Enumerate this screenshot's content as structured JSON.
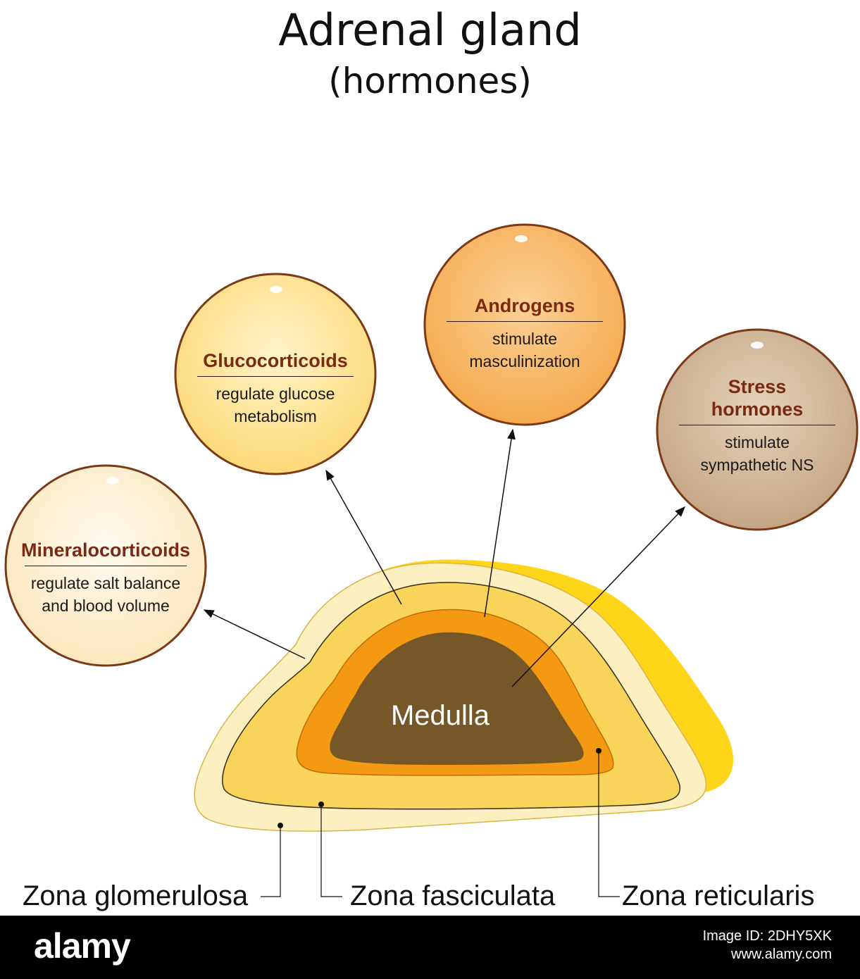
{
  "title": "Adrenal gland",
  "subtitle": "(hormones)",
  "hormones": [
    {
      "name": "Mineralocorticoids",
      "description": [
        "regulate salt balance",
        "and blood volume"
      ],
      "color": "#fdf2d6"
    },
    {
      "name": "Glucocorticoids",
      "description": [
        "regulate glucose",
        "metabolism"
      ],
      "color": "#fde9a6"
    },
    {
      "name": "Androgens",
      "description": [
        "stimulate",
        "masculinization"
      ],
      "color": "#f8c072"
    },
    {
      "name": "Stress hormones",
      "description": [
        "stimulate",
        "sympathetic NS"
      ],
      "color": "#d6bea0"
    }
  ],
  "zones": {
    "glomerulosa": "Zona glomerulosa",
    "fasciculata": "Zona fasciculata",
    "reticularis": "Zona reticularis",
    "medulla": "Medulla"
  },
  "colors": {
    "circle_border": "#7a3a18",
    "name_text": "#7a2a10",
    "capsule": "#ffd51a",
    "glomerulosa": "#fdf0c0",
    "fasciculata": "#f8d55a",
    "reticularis": "#f39a12",
    "medulla": "#765828"
  },
  "footer": {
    "logo": "alamy",
    "image_id": "Image ID: 2DHY5XK",
    "site": "www.alamy.com"
  }
}
